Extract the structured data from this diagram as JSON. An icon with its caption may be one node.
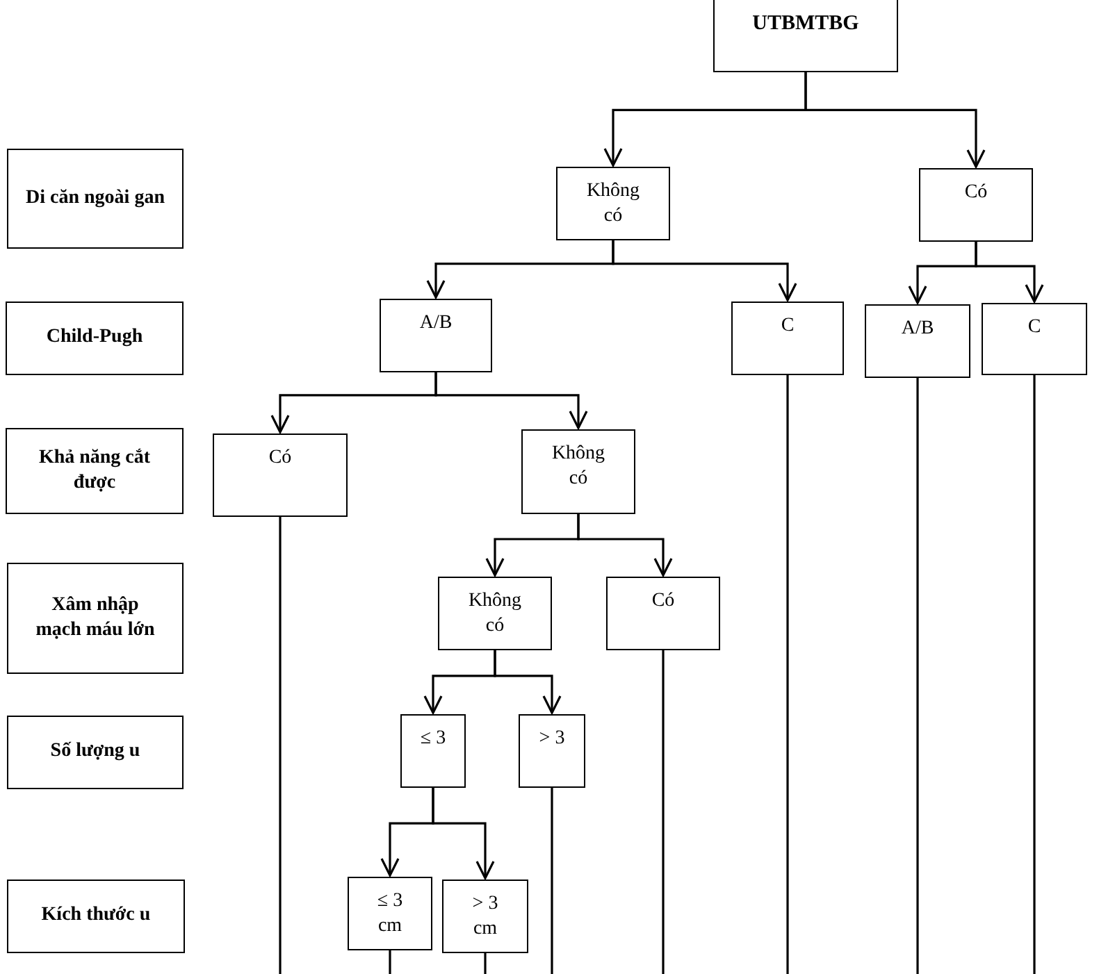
{
  "diagram": {
    "nodes": [
      {
        "text": [
          "UTBMTBG"
        ]
      },
      {
        "text": [
          "Di căn ngoài gan"
        ]
      },
      {
        "text": [
          "Không có"
        ]
      },
      {
        "text": [
          "Có"
        ]
      },
      {
        "text": [
          "Child-Pugh"
        ]
      },
      {
        "text": [
          "A/B"
        ]
      },
      {
        "text": [
          "C"
        ]
      },
      {
        "text": [
          "A/B"
        ]
      },
      {
        "text": [
          "C"
        ]
      },
      {
        "text": [
          "Khả năng cắt được"
        ]
      },
      {
        "text": [
          "Có"
        ]
      },
      {
        "text": [
          "Không có"
        ]
      },
      {
        "text": [
          "Xâm nhập mạch máu lớn"
        ]
      },
      {
        "text": [
          "Không có"
        ]
      },
      {
        "text": [
          "Có"
        ]
      },
      {
        "text": [
          "Số lượng u"
        ]
      },
      {
        "text": [
          "≤ 3"
        ]
      },
      {
        "text": [
          "> 3"
        ]
      },
      {
        "text": [
          "Kích thước u"
        ]
      },
      {
        "text": [
          "≤ 3 cm"
        ]
      },
      {
        "text": [
          "> 3 cm"
        ]
      }
    ],
    "edges": [
      {
        "from": 0,
        "to": 2,
        "arrow": "to"
      },
      {
        "from": 0,
        "to": 3,
        "arrow": "to"
      },
      {
        "from": 2,
        "to": 5,
        "arrow": "to"
      },
      {
        "from": 2,
        "to": 6,
        "arrow": "to"
      },
      {
        "from": 3,
        "to": 7,
        "arrow": "to"
      },
      {
        "from": 3,
        "to": 8,
        "arrow": "to"
      },
      {
        "from": 5,
        "to": 10,
        "arrow": "to"
      },
      {
        "from": 5,
        "to": 11,
        "arrow": "to"
      },
      {
        "from": 11,
        "to": 13,
        "arrow": "to"
      },
      {
        "from": 11,
        "to": 14,
        "arrow": "to"
      },
      {
        "from": 13,
        "to": 16,
        "arrow": "to"
      },
      {
        "from": 13,
        "to": 17,
        "arrow": "to"
      },
      {
        "from": 16,
        "to": 19,
        "arrow": "to"
      },
      {
        "from": 16,
        "to": 20,
        "arrow": "to"
      },
      {
        "from": 10,
        "to": null,
        "arrow": "none"
      },
      {
        "from": 6,
        "to": null,
        "arrow": "none"
      },
      {
        "from": 7,
        "to": null,
        "arrow": "none"
      },
      {
        "from": 8,
        "to": null,
        "arrow": "none"
      },
      {
        "from": 14,
        "to": null,
        "arrow": "none"
      },
      {
        "from": 17,
        "to": null,
        "arrow": "none"
      },
      {
        "from": 19,
        "to": null,
        "arrow": "none"
      },
      {
        "from": 20,
        "to": null,
        "arrow": "none"
      }
    ]
  }
}
